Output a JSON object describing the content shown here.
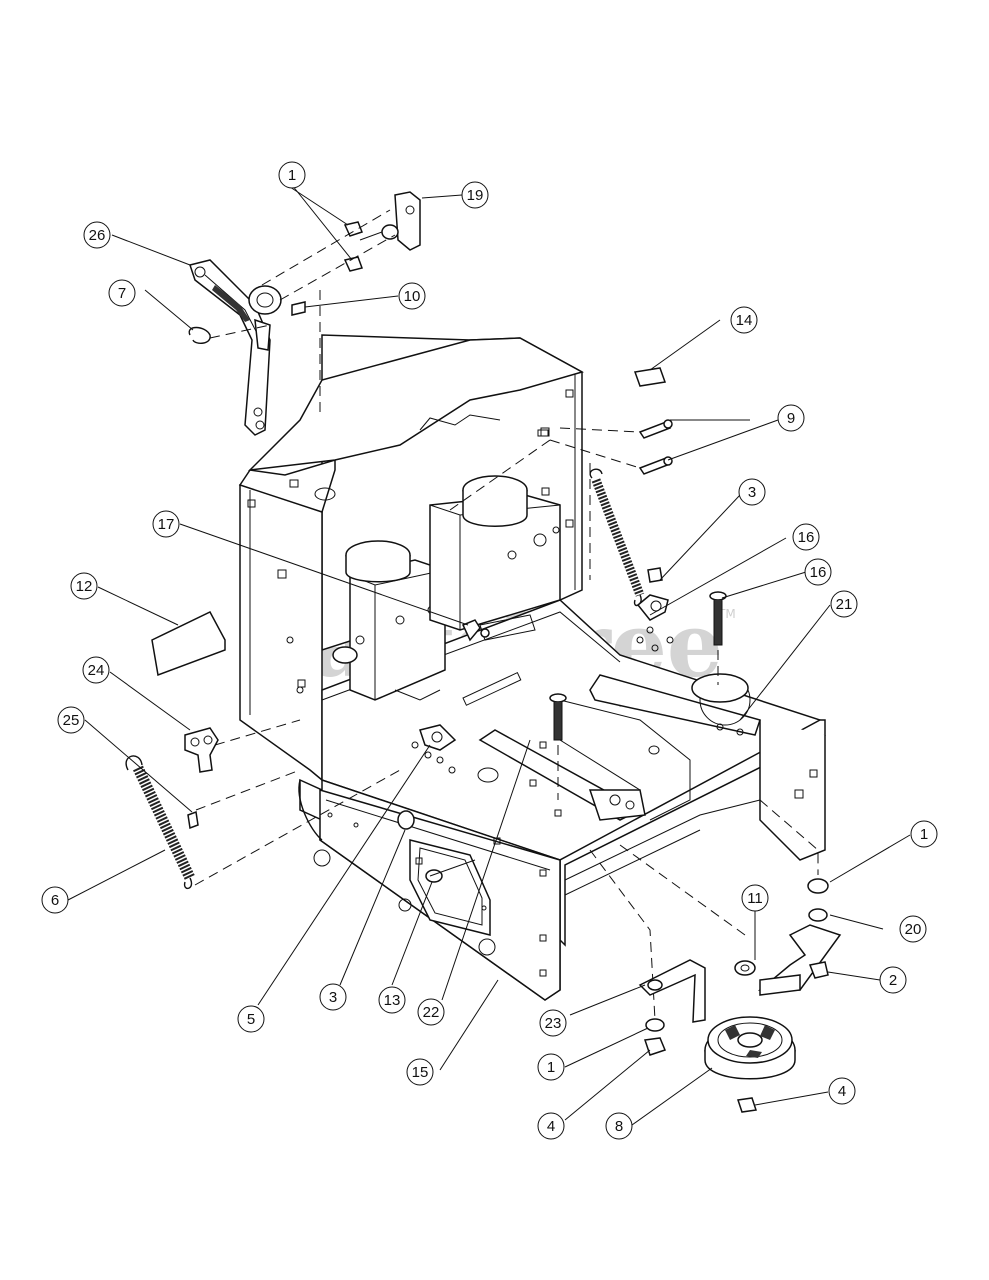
{
  "watermark": {
    "text": "PartsTree",
    "tm": "TM"
  },
  "callouts": {
    "c1_top": "1",
    "c19": "19",
    "c26": "26",
    "c7": "7",
    "c10": "10",
    "c14": "14",
    "c9": "9",
    "c3_right": "3",
    "c16_a": "16",
    "c16_b": "16",
    "c21": "21",
    "c17": "17",
    "c12": "12",
    "c24": "24",
    "c25": "25",
    "c6": "6",
    "c1_right": "1",
    "c20": "20",
    "c11": "11",
    "c2": "2",
    "c5": "5",
    "c3_bottom": "3",
    "c13": "13",
    "c22": "22",
    "c15": "15",
    "c23": "23",
    "c1_bottom": "1",
    "c4_left": "4",
    "c8": "8",
    "c4_right": "4"
  }
}
